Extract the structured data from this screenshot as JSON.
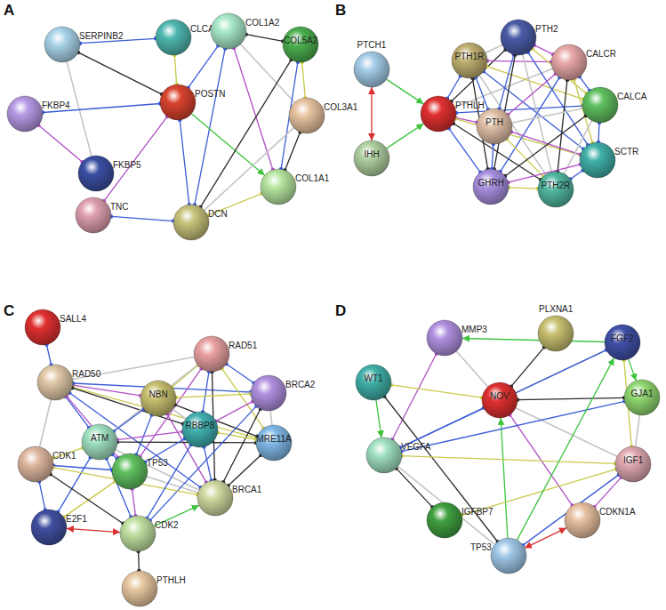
{
  "diagram": {
    "nodes": [
      {
        "text": [
          "SERPINB2"
        ]
      },
      {
        "text": [
          "CLCA1"
        ]
      },
      {
        "text": [
          "COL1A2"
        ]
      },
      {
        "text": [
          "COL5A2"
        ]
      },
      {
        "text": [
          "FKBP4"
        ]
      },
      {
        "text": [
          "POSTN"
        ]
      },
      {
        "text": [
          "COL3A1"
        ]
      },
      {
        "text": [
          "FKBP5"
        ]
      },
      {
        "text": [
          "COL1A1"
        ]
      },
      {
        "text": [
          "TNC"
        ]
      },
      {
        "text": [
          "DCN"
        ]
      },
      {
        "text": [
          "PTH2"
        ]
      },
      {
        "text": [
          "PTCH1"
        ]
      },
      {
        "text": [
          "PTH1R"
        ]
      },
      {
        "text": [
          "CALCR"
        ]
      },
      {
        "text": [
          "PTHLH"
        ]
      },
      {
        "text": [
          "PTH"
        ]
      },
      {
        "text": [
          "CALCA"
        ]
      },
      {
        "text": [
          "IHH"
        ]
      },
      {
        "text": [
          "SCTR"
        ]
      },
      {
        "text": [
          "GHRH"
        ]
      },
      {
        "text": [
          "PTH2R"
        ]
      },
      {
        "text": [
          "SALL4"
        ]
      },
      {
        "text": [
          "RAD51"
        ]
      },
      {
        "text": [
          "RAD50"
        ]
      },
      {
        "text": [
          "NBN"
        ]
      },
      {
        "text": [
          "BRCA2"
        ]
      },
      {
        "text": [
          "ATM"
        ]
      },
      {
        "text": [
          "RBBP8"
        ]
      },
      {
        "text": [
          "MRE11A"
        ]
      },
      {
        "text": [
          "CDK1"
        ]
      },
      {
        "text": [
          "TP53"
        ]
      },
      {
        "text": [
          "BRCA1"
        ]
      },
      {
        "text": [
          "E2F1"
        ]
      },
      {
        "text": [
          "CDK2"
        ]
      },
      {
        "text": [
          "PTHLH"
        ]
      },
      {
        "text": [
          "PLXNA1"
        ]
      },
      {
        "text": [
          "MMP3"
        ]
      },
      {
        "text": [
          "FGF2"
        ]
      },
      {
        "text": [
          "WT1"
        ]
      },
      {
        "text": [
          "NOV"
        ]
      },
      {
        "text": [
          "GJA1"
        ]
      },
      {
        "text": [
          "VEGFA"
        ]
      },
      {
        "text": [
          "IGF1"
        ]
      },
      {
        "text": [
          "IGFBP7"
        ]
      },
      {
        "text": [
          "CDKN1A"
        ]
      },
      {
        "text": [
          "TP53"
        ]
      }
    ],
    "edges": [
      {
        "from": 0,
        "to": 1,
        "arrow": "none"
      },
      {
        "from": 0,
        "to": 5,
        "arrow": "none"
      },
      {
        "from": 0,
        "to": 7,
        "arrow": "none"
      },
      {
        "from": 4,
        "to": 7,
        "arrow": "none"
      },
      {
        "from": 4,
        "to": 5,
        "arrow": "none"
      },
      {
        "from": 1,
        "to": 5,
        "arrow": "none"
      },
      {
        "from": 2,
        "to": 5,
        "arrow": "none"
      },
      {
        "from": 2,
        "to": 3,
        "arrow": "none"
      },
      {
        "from": 2,
        "to": 6,
        "arrow": "none"
      },
      {
        "from": 2,
        "to": 8,
        "arrow": "none"
      },
      {
        "from": 2,
        "to": 10,
        "arrow": "none"
      },
      {
        "from": 3,
        "to": 6,
        "arrow": "none"
      },
      {
        "from": 3,
        "to": 8,
        "arrow": "none"
      },
      {
        "from": 6,
        "to": 8,
        "arrow": "none"
      },
      {
        "from": 5,
        "to": 8,
        "arrow": "to"
      },
      {
        "from": 5,
        "to": 9,
        "arrow": "none"
      },
      {
        "from": 5,
        "to": 10,
        "arrow": "none"
      },
      {
        "from": 10,
        "to": 8,
        "arrow": "none"
      },
      {
        "from": 9,
        "to": 10,
        "arrow": "none"
      },
      {
        "from": 3,
        "to": 10,
        "arrow": "none"
      },
      {
        "from": 10,
        "to": 6,
        "arrow": "none"
      },
      {
        "from": 12,
        "to": 15,
        "arrow": "to"
      },
      {
        "from": 18,
        "to": 15,
        "arrow": "to"
      },
      {
        "from": 12,
        "to": 18,
        "arrow": "both"
      },
      {
        "from": 15,
        "to": 13,
        "arrow": "none"
      },
      {
        "from": 15,
        "to": 11,
        "arrow": "none"
      },
      {
        "from": 15,
        "to": 14,
        "arrow": "none"
      },
      {
        "from": 15,
        "to": 16,
        "arrow": "none"
      },
      {
        "from": 15,
        "to": 17,
        "arrow": "none"
      },
      {
        "from": 15,
        "to": 19,
        "arrow": "none"
      },
      {
        "from": 15,
        "to": 20,
        "arrow": "none"
      },
      {
        "from": 15,
        "to": 21,
        "arrow": "none"
      },
      {
        "from": 13,
        "to": 11,
        "arrow": "none"
      },
      {
        "from": 13,
        "to": 14,
        "arrow": "none"
      },
      {
        "from": 13,
        "to": 16,
        "arrow": "none"
      },
      {
        "from": 13,
        "to": 17,
        "arrow": "none"
      },
      {
        "from": 13,
        "to": 19,
        "arrow": "none"
      },
      {
        "from": 13,
        "to": 20,
        "arrow": "none"
      },
      {
        "from": 13,
        "to": 21,
        "arrow": "none"
      },
      {
        "from": 11,
        "to": 14,
        "arrow": "none"
      },
      {
        "from": 11,
        "to": 16,
        "arrow": "none"
      },
      {
        "from": 11,
        "to": 17,
        "arrow": "none"
      },
      {
        "from": 11,
        "to": 19,
        "arrow": "none"
      },
      {
        "from": 11,
        "to": 20,
        "arrow": "none"
      },
      {
        "from": 11,
        "to": 21,
        "arrow": "none"
      },
      {
        "from": 14,
        "to": 16,
        "arrow": "none"
      },
      {
        "from": 14,
        "to": 17,
        "arrow": "none"
      },
      {
        "from": 14,
        "to": 19,
        "arrow": "none"
      },
      {
        "from": 14,
        "to": 20,
        "arrow": "none"
      },
      {
        "from": 14,
        "to": 21,
        "arrow": "none"
      },
      {
        "from": 16,
        "to": 17,
        "arrow": "none"
      },
      {
        "from": 16,
        "to": 19,
        "arrow": "none"
      },
      {
        "from": 16,
        "to": 20,
        "arrow": "none"
      },
      {
        "from": 16,
        "to": 21,
        "arrow": "none"
      },
      {
        "from": 17,
        "to": 19,
        "arrow": "none"
      },
      {
        "from": 17,
        "to": 20,
        "arrow": "none"
      },
      {
        "from": 17,
        "to": 21,
        "arrow": "none"
      },
      {
        "from": 19,
        "to": 20,
        "arrow": "none"
      },
      {
        "from": 19,
        "to": 21,
        "arrow": "none"
      },
      {
        "from": 20,
        "to": 21,
        "arrow": "none"
      },
      {
        "from": 22,
        "to": 24,
        "arrow": "none"
      },
      {
        "from": 35,
        "to": 34,
        "arrow": "none"
      },
      {
        "from": 24,
        "to": 23,
        "arrow": "none"
      },
      {
        "from": 24,
        "to": 25,
        "arrow": "none"
      },
      {
        "from": 24,
        "to": 27,
        "arrow": "none"
      },
      {
        "from": 24,
        "to": 29,
        "arrow": "none"
      },
      {
        "from": 24,
        "to": 32,
        "arrow": "none"
      },
      {
        "from": 24,
        "to": 28,
        "arrow": "none"
      },
      {
        "from": 24,
        "to": 30,
        "arrow": "none"
      },
      {
        "from": 24,
        "to": 31,
        "arrow": "none"
      },
      {
        "from": 24,
        "to": 26,
        "arrow": "none"
      },
      {
        "from": 23,
        "to": 25,
        "arrow": "none"
      },
      {
        "from": 23,
        "to": 26,
        "arrow": "none"
      },
      {
        "from": 23,
        "to": 32,
        "arrow": "none"
      },
      {
        "from": 23,
        "to": 27,
        "arrow": "none"
      },
      {
        "from": 23,
        "to": 31,
        "arrow": "none"
      },
      {
        "from": 23,
        "to": 28,
        "arrow": "none"
      },
      {
        "from": 23,
        "to": 29,
        "arrow": "none"
      },
      {
        "from": 25,
        "to": 27,
        "arrow": "none"
      },
      {
        "from": 25,
        "to": 29,
        "arrow": "none"
      },
      {
        "from": 25,
        "to": 28,
        "arrow": "none"
      },
      {
        "from": 25,
        "to": 32,
        "arrow": "none"
      },
      {
        "from": 25,
        "to": 31,
        "arrow": "none"
      },
      {
        "from": 25,
        "to": 26,
        "arrow": "none"
      },
      {
        "from": 27,
        "to": 31,
        "arrow": "none"
      },
      {
        "from": 27,
        "to": 29,
        "arrow": "none"
      },
      {
        "from": 27,
        "to": 32,
        "arrow": "none"
      },
      {
        "from": 27,
        "to": 28,
        "arrow": "none"
      },
      {
        "from": 27,
        "to": 34,
        "arrow": "none"
      },
      {
        "from": 27,
        "to": 30,
        "arrow": "none"
      },
      {
        "from": 27,
        "to": 33,
        "arrow": "none"
      },
      {
        "from": 26,
        "to": 32,
        "arrow": "none"
      },
      {
        "from": 26,
        "to": 29,
        "arrow": "none"
      },
      {
        "from": 26,
        "to": 28,
        "arrow": "none"
      },
      {
        "from": 28,
        "to": 32,
        "arrow": "none"
      },
      {
        "from": 28,
        "to": 29,
        "arrow": "none"
      },
      {
        "from": 28,
        "to": 31,
        "arrow": "none"
      },
      {
        "from": 29,
        "to": 32,
        "arrow": "none"
      },
      {
        "from": 31,
        "to": 32,
        "arrow": "none"
      },
      {
        "from": 31,
        "to": 34,
        "arrow": "none"
      },
      {
        "from": 31,
        "to": 30,
        "arrow": "none"
      },
      {
        "from": 31,
        "to": 33,
        "arrow": "none"
      },
      {
        "from": 30,
        "to": 33,
        "arrow": "none"
      },
      {
        "from": 30,
        "to": 34,
        "arrow": "none"
      },
      {
        "from": 33,
        "to": 34,
        "arrow": "both"
      },
      {
        "from": 34,
        "to": 32,
        "arrow": "to"
      },
      {
        "from": 34,
        "to": 26,
        "arrow": "none"
      },
      {
        "from": 30,
        "to": 32,
        "arrow": "none"
      },
      {
        "from": 34,
        "to": 28,
        "arrow": "none"
      },
      {
        "from": 36,
        "to": 40,
        "arrow": "none"
      },
      {
        "from": 37,
        "to": 40,
        "arrow": "none"
      },
      {
        "from": 37,
        "to": 42,
        "arrow": "none"
      },
      {
        "from": 38,
        "to": 37,
        "arrow": "to"
      },
      {
        "from": 39,
        "to": 40,
        "arrow": "none"
      },
      {
        "from": 39,
        "to": 42,
        "arrow": "to"
      },
      {
        "from": 39,
        "to": 46,
        "arrow": "none"
      },
      {
        "from": 38,
        "to": 40,
        "arrow": "none"
      },
      {
        "from": 38,
        "to": 41,
        "arrow": "to"
      },
      {
        "from": 38,
        "to": 42,
        "arrow": "none"
      },
      {
        "from": 38,
        "to": 43,
        "arrow": "none"
      },
      {
        "from": 42,
        "to": 40,
        "arrow": "none"
      },
      {
        "from": 40,
        "to": 41,
        "arrow": "none"
      },
      {
        "from": 40,
        "to": 43,
        "arrow": "none"
      },
      {
        "from": 40,
        "to": 45,
        "arrow": "none"
      },
      {
        "from": 46,
        "to": 40,
        "arrow": "to"
      },
      {
        "from": 42,
        "to": 43,
        "arrow": "none"
      },
      {
        "from": 42,
        "to": 41,
        "arrow": "none"
      },
      {
        "from": 42,
        "to": 44,
        "arrow": "none"
      },
      {
        "from": 42,
        "to": 46,
        "arrow": "none"
      },
      {
        "from": 43,
        "to": 45,
        "arrow": "none"
      },
      {
        "from": 43,
        "to": 46,
        "arrow": "none"
      },
      {
        "from": 43,
        "to": 44,
        "arrow": "none"
      },
      {
        "from": 45,
        "to": 46,
        "arrow": "both"
      },
      {
        "from": 46,
        "to": 38,
        "arrow": "to"
      },
      {
        "from": 41,
        "to": 43,
        "arrow": "none"
      }
    ],
    "labels": [
      "A",
      "B",
      "C",
      "D"
    ]
  }
}
